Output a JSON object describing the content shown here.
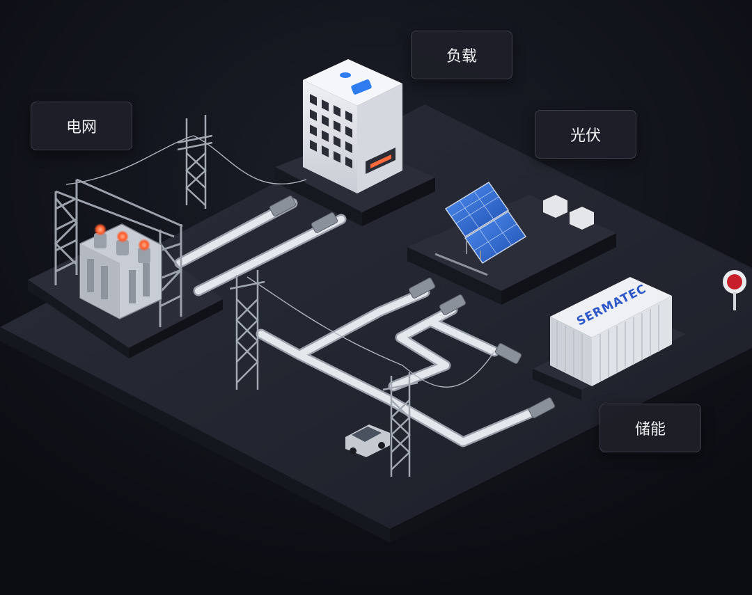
{
  "labels": {
    "grid": "电网",
    "load": "负载",
    "pv": "光伏",
    "storage": "储能"
  },
  "container_brand": "SERMATEC",
  "colors": {
    "background": "#0f1118",
    "platform_top": "#22252f",
    "platform_side": "#14161d",
    "pipe": "#d9dde4",
    "label_bg": "#1e2028",
    "label_border": "#3c3f4a",
    "solar_panel": "#2f6fd6",
    "glow": "#ff6a3d",
    "brand_blue": "#2d57c8"
  }
}
